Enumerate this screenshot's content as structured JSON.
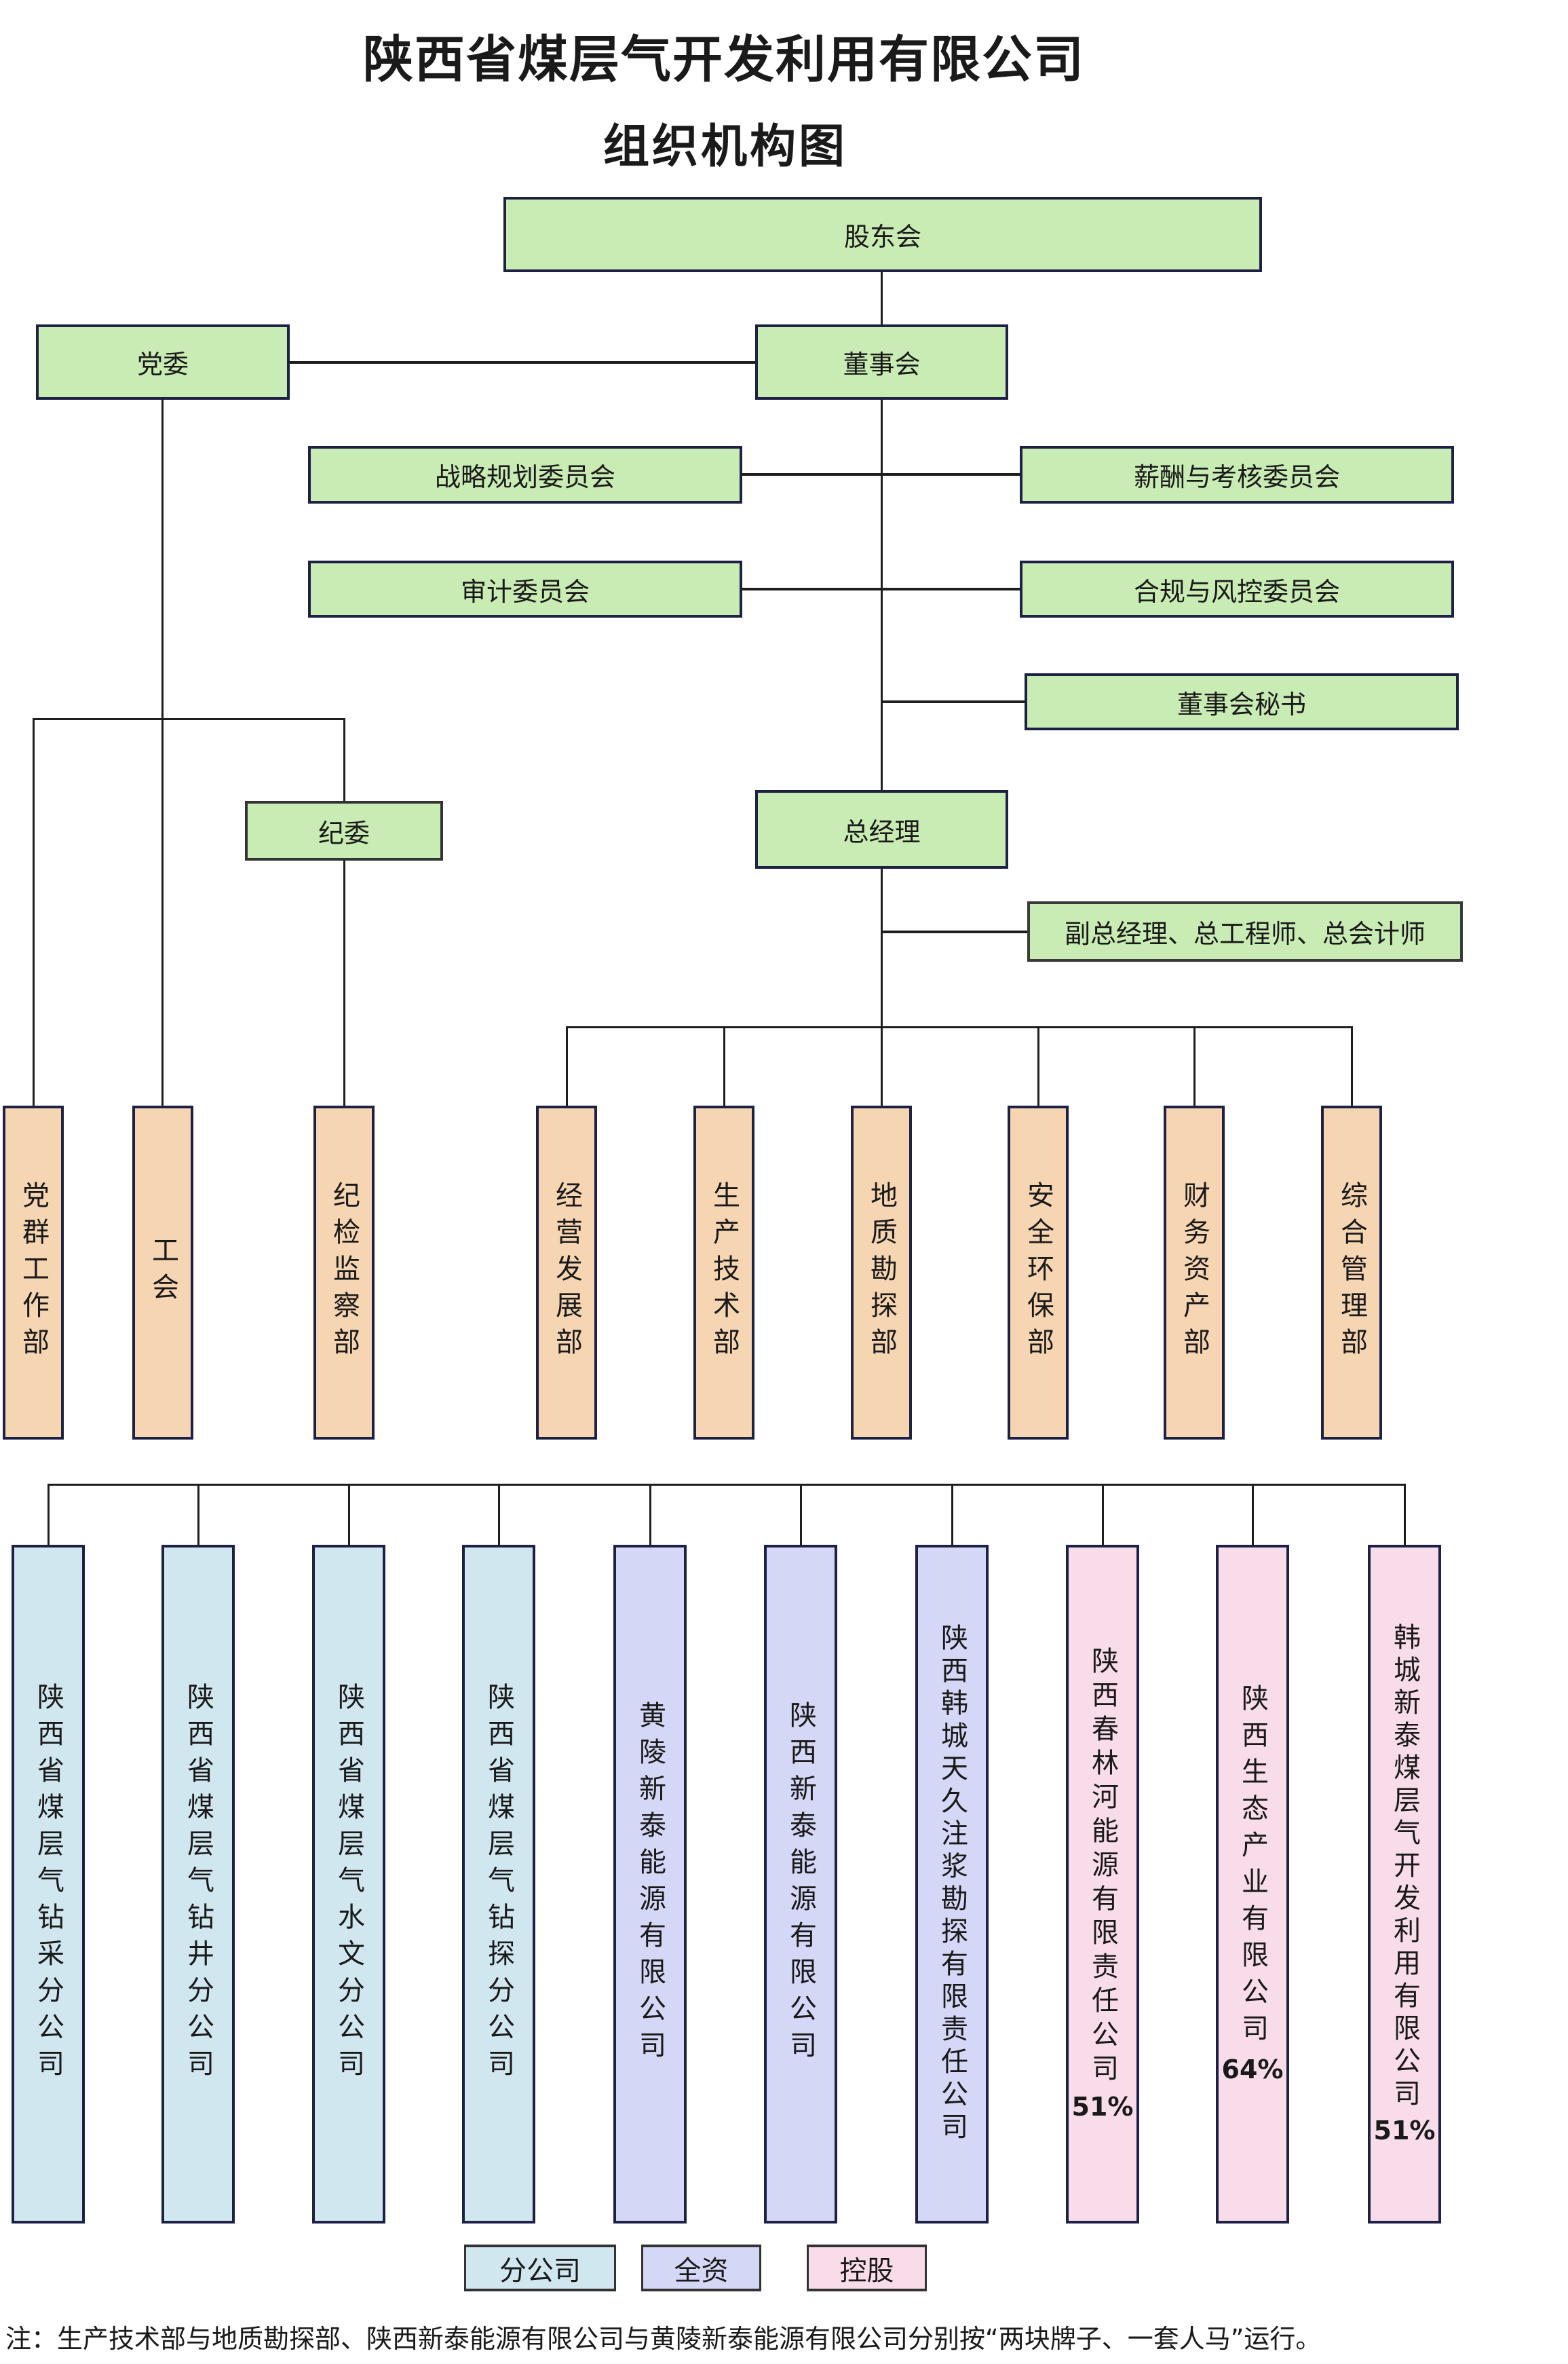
{
  "title": {
    "company": "陕西省煤层气开发利用有限公司",
    "subtitle": "组织机构图"
  },
  "governance": {
    "shareholders": "股东会",
    "party_committee": "党委",
    "board": "董事会",
    "strategy_committee": "战略规划委员会",
    "compensation_committee": "薪酬与考核委员会",
    "audit_committee": "审计委员会",
    "compliance_committee": "合规与风控委员会",
    "board_secretary": "董事会秘书",
    "general_manager": "总经理",
    "deputies": "副总经理、总工程师、总会计师",
    "discipline_committee": "纪委"
  },
  "party_departments": [
    {
      "name": "党群工作部"
    },
    {
      "name": "工会"
    },
    {
      "name": "纪检监察部"
    }
  ],
  "departments": [
    {
      "name": "经营发展部"
    },
    {
      "name": "生产技术部"
    },
    {
      "name": "地质勘探部"
    },
    {
      "name": "安全环保部"
    },
    {
      "name": "财务资产部"
    },
    {
      "name": "综合管理部"
    }
  ],
  "subsidiaries": [
    {
      "name": "陕西省煤层气钻采分公司",
      "type": "branch",
      "share": ""
    },
    {
      "name": "陕西省煤层气钻井分公司",
      "type": "branch",
      "share": ""
    },
    {
      "name": "陕西省煤层气水文分公司",
      "type": "branch",
      "share": ""
    },
    {
      "name": "陕西省煤层气钻探分公司",
      "type": "branch",
      "share": ""
    },
    {
      "name": "黄陵新泰能源有限公司",
      "type": "wholly-owned",
      "share": ""
    },
    {
      "name": "陕西新泰能源有限公司",
      "type": "wholly-owned",
      "share": ""
    },
    {
      "name": "陕西韩城天久注浆勘探有限责任公司",
      "type": "wholly-owned",
      "share": ""
    },
    {
      "name": "陕西春林河能源有限责任公司",
      "type": "holding",
      "share": "51%"
    },
    {
      "name": "陕西生态产业有限公司",
      "type": "holding",
      "share": "64%"
    },
    {
      "name": "韩城新泰煤层气开发利用有限公司",
      "type": "holding",
      "share": "51%"
    }
  ],
  "legend": [
    {
      "label": "分公司",
      "color": "#d0e7f0"
    },
    {
      "label": "全资",
      "color": "#d4d7f5"
    },
    {
      "label": "控股",
      "color": "#f9dcea"
    }
  ],
  "colors": {
    "governance": "#c9ebb4",
    "department": "#f6d5b3",
    "border": "#1c2145"
  },
  "note": "注：生产技术部与地质勘探部、陕西新泰能源有限公司与黄陵新泰能源有限公司分别按“两块牌子、一套人马”运行。"
}
